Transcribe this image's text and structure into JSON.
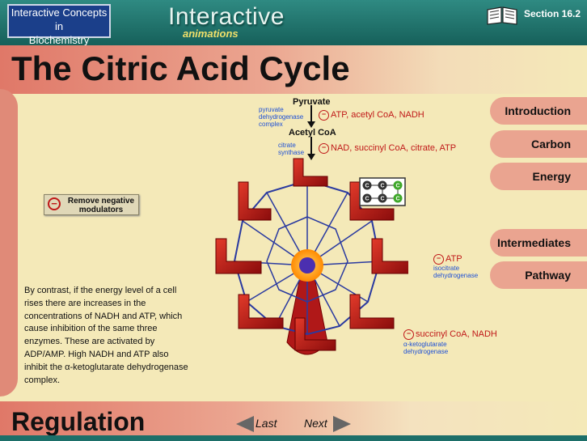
{
  "header": {
    "brand_line1": "Interactive Concepts in",
    "brand_line2": "Biochemistry",
    "interactive": "Interactive",
    "animations": "animations",
    "section": "Section 16.2"
  },
  "page": {
    "title": "The Citric Acid Cycle",
    "subtitle": "Regulation"
  },
  "nav_tabs": [
    "Introduction",
    "Carbon",
    "Energy",
    "Intermediates",
    "Pathway"
  ],
  "controls": {
    "remove_button": "Remove negative modulators"
  },
  "description": "By contrast, if the energy level of a cell rises there are increases in the concentrations of NADH and ATP, which cause inhibition of the same three enzymes.  These are activated by ADP/AMP.  High NADH and ATP also inhibit the α-ketoglutarate dehydrogenase complex.",
  "diagram": {
    "pyruvate": "Pyruvate",
    "acetyl_coa": "Acetyl CoA",
    "enzyme1": "pyruvate dehydrogenase complex",
    "enzyme2": "citrate synthase",
    "enzyme3": "isocitrate dehydrogenase",
    "enzyme4": "α-ketoglutarate dehydrogenase",
    "mod1": "ATP, acetyl CoA, NADH",
    "mod2": "NAD, succinyl CoA, citrate, ATP",
    "mod3": "ATP",
    "mod4": "succinyl CoA, NADH",
    "carbon_labels": [
      "C",
      "C",
      "C",
      "C",
      "C",
      "C"
    ]
  },
  "footer": {
    "last": "Last",
    "next": "Next"
  },
  "colors": {
    "teal": "#1d6f69",
    "cream": "#f4e9b8",
    "salmon": "#eaa490",
    "inhibitor_red": "#c01818",
    "enzyme_blue": "#1c4fd6"
  }
}
